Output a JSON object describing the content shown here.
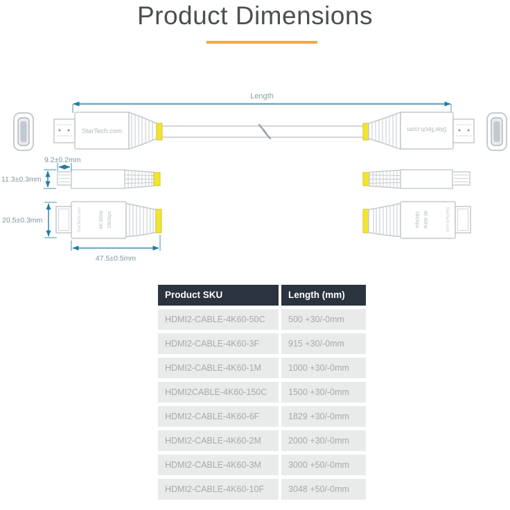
{
  "title": "Product Dimensions",
  "accent_color": "#F2A644",
  "diagram": {
    "length_label": "Length",
    "dims": {
      "plug_tip_width": "9.2±0.2mm",
      "plug_profile_height": "11.3±0.3mm",
      "plug_body_height": "20.5±0.3mm",
      "plug_body_length": "47.5±0.5mm"
    },
    "brand": "StarTech.com",
    "spec_line_1": "4K 60Hz",
    "spec_line_2": "18Gbps",
    "colors": {
      "dimension_line": "#3c90b2",
      "dimension_arrow": "#1e7ca4",
      "outline": "#c3c9ce",
      "connector_band": "#f3e52f"
    }
  },
  "table": {
    "headers": [
      "Product SKU",
      "Length (mm)"
    ],
    "rows": [
      [
        "HDMI2-CABLE-4K60-50C",
        "500 +30/-0mm"
      ],
      [
        "HDMI2-CABLE-4K60-3F",
        "915 +30/-0mm"
      ],
      [
        "HDMI2-CABLE-4K60-1M",
        "1000 +30/-0mm"
      ],
      [
        "HDMI2CABLE-4K60-150C",
        "1500 +30/-0mm"
      ],
      [
        "HDMI2-CABLE-4K60-6F",
        "1829 +30/-0mm"
      ],
      [
        "HDMI2-CABLE-4K60-2M",
        "2000 +30/-0mm"
      ],
      [
        "HDMI2-CABLE-4K60-3M",
        "3000 +50/-0mm"
      ],
      [
        "HDMI2-CABLE-4K60-10F",
        "3048 +50/-0mm"
      ]
    ],
    "header_bg": "#2A333E",
    "header_text": "#FFFFFF",
    "row_bg": "#E9EAEA",
    "row_text": "#A7A9AA"
  }
}
